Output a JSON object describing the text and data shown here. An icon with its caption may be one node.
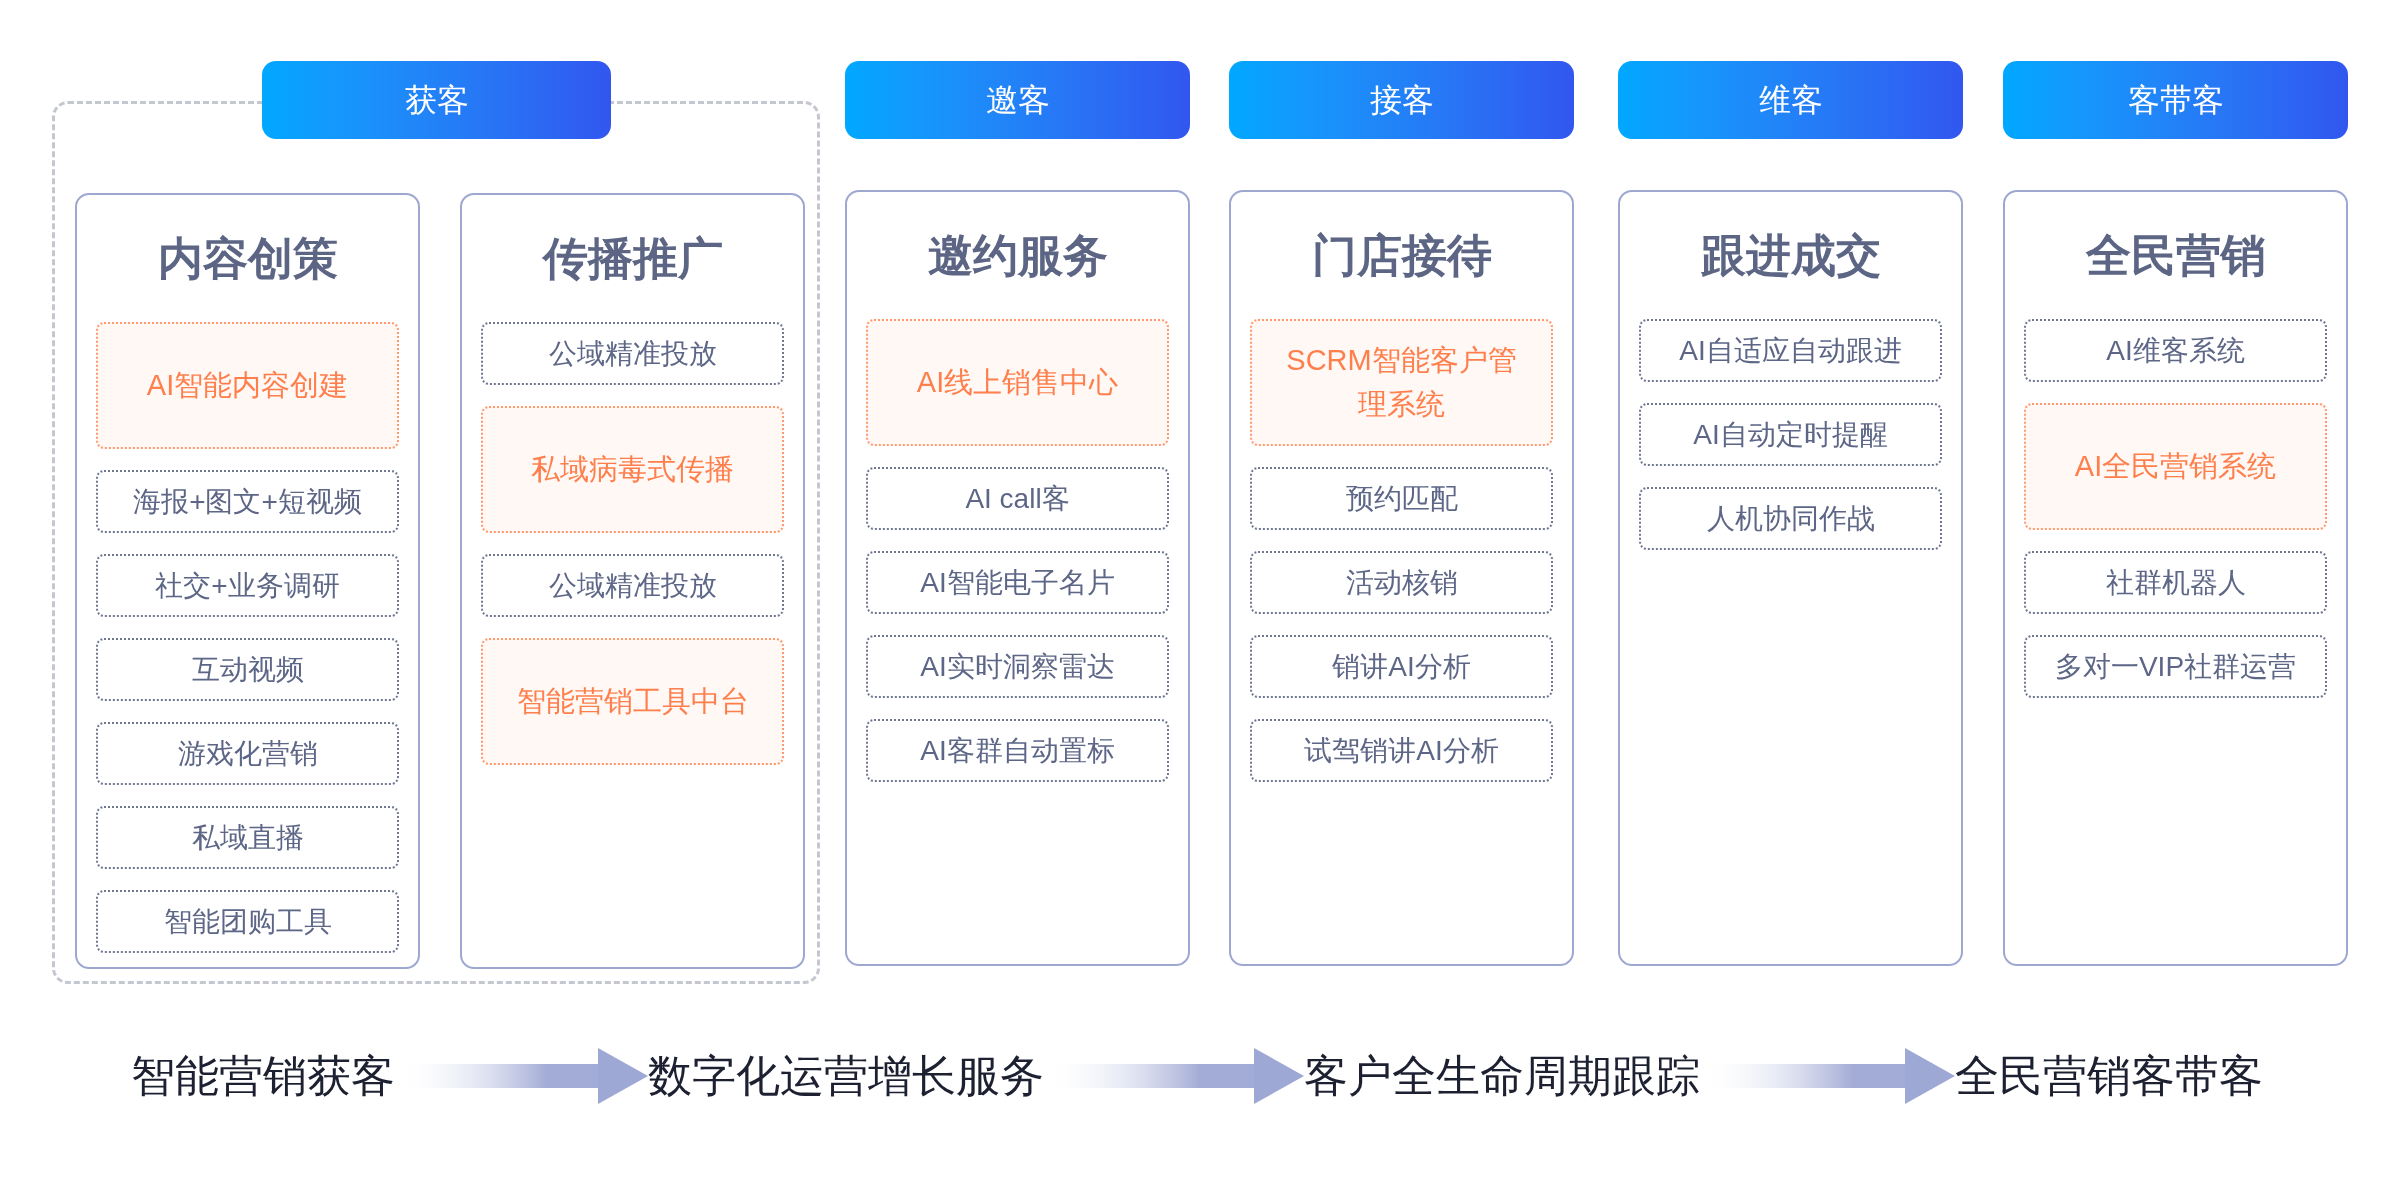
{
  "diagram": {
    "nodes": [
      {
        "text": [
          "获客"
        ]
      },
      {
        "text": [],
        "shape": "box"
      },
      {
        "text": [
          "内容创策"
        ],
        "in": 1
      },
      {
        "text": [
          "AI智能内容创建"
        ],
        "in": 2
      },
      {
        "text": [
          "海报+图文+短视频"
        ],
        "in": 2
      },
      {
        "text": [
          "社交+业务调研"
        ],
        "in": 2
      },
      {
        "text": [
          "互动视频"
        ],
        "in": 2
      },
      {
        "text": [
          "游戏化营销"
        ],
        "in": 2
      },
      {
        "text": [
          "私域直播"
        ],
        "in": 2
      },
      {
        "text": [
          "智能团购工具"
        ],
        "in": 2
      },
      {
        "text": [
          "传播推广"
        ],
        "in": 1
      },
      {
        "text": [
          "公域精准投放"
        ],
        "in": 10
      },
      {
        "text": [
          "私域病毒式传播"
        ],
        "in": 10
      },
      {
        "text": [
          "公域精准投放"
        ],
        "in": 10
      },
      {
        "text": [
          "智能营销工具中台"
        ],
        "in": 10
      },
      {
        "text": [
          "邀客"
        ]
      },
      {
        "text": [
          "邀约服务"
        ]
      },
      {
        "text": [
          "AI线上销售中心"
        ],
        "in": 16
      },
      {
        "text": [
          "AI call客"
        ],
        "in": 16
      },
      {
        "text": [
          "AI智能电子名片"
        ],
        "in": 16
      },
      {
        "text": [
          "AI实时洞察雷达"
        ],
        "in": 16
      },
      {
        "text": [
          "AI客群自动置标"
        ],
        "in": 16
      },
      {
        "text": [
          "接客"
        ]
      },
      {
        "text": [
          "门店接待"
        ]
      },
      {
        "text": [
          "SCRM智能客户管理系统"
        ],
        "in": 23
      },
      {
        "text": [
          "预约匹配"
        ],
        "in": 23
      },
      {
        "text": [
          "活动核销"
        ],
        "in": 23
      },
      {
        "text": [
          "销讲AI分析"
        ],
        "in": 23
      },
      {
        "text": [
          "试驾销讲AI分析"
        ],
        "in": 23
      },
      {
        "text": [
          "维客"
        ]
      },
      {
        "text": [
          "跟进成交"
        ]
      },
      {
        "text": [
          "AI自适应自动跟进"
        ],
        "in": 30
      },
      {
        "text": [
          "AI自动定时提醒"
        ],
        "in": 30
      },
      {
        "text": [
          "人机协同作战"
        ],
        "in": 30
      },
      {
        "text": [
          "客带客"
        ]
      },
      {
        "text": [
          "全民营销"
        ]
      },
      {
        "text": [
          "AI维客系统"
        ],
        "in": 35
      },
      {
        "text": [
          "AI全民营销系统"
        ],
        "in": 35
      },
      {
        "text": [
          "社群机器人"
        ],
        "in": 35
      },
      {
        "text": [
          "多对一VIP社群运营"
        ],
        "in": 35
      },
      {
        "text": [
          "智能营销获客"
        ]
      },
      {
        "text": [
          "数字化运营增长服务"
        ]
      },
      {
        "text": [
          "客户全生命周期跟踪"
        ]
      },
      {
        "text": [
          "全民营销客带客"
        ]
      }
    ],
    "edges": [
      {
        "from": 40,
        "to": 41,
        "arrow": "to"
      },
      {
        "from": 41,
        "to": 42,
        "arrow": "to"
      },
      {
        "from": 42,
        "to": 43,
        "arrow": "to"
      }
    ]
  }
}
